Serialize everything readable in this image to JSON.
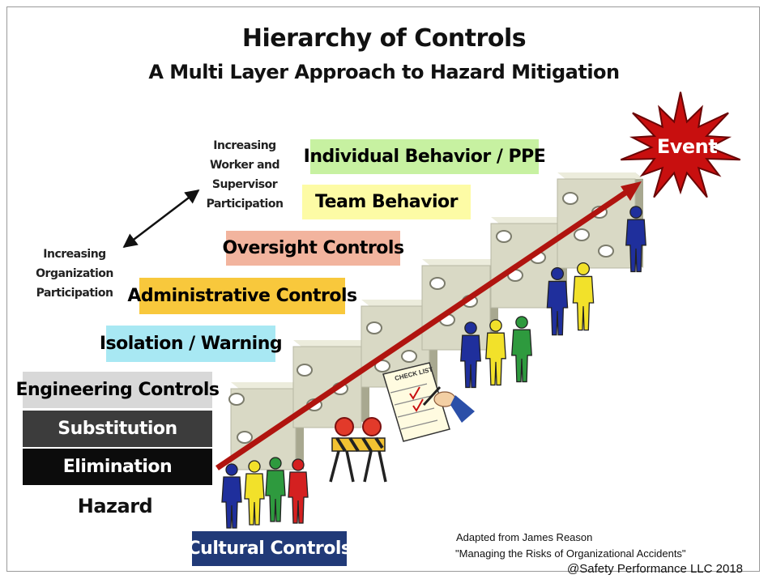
{
  "title": "Hierarchy of Controls",
  "subtitle": "A Multi Layer Approach to Hazard Mitigation",
  "event_label": "Event",
  "hazard_label": "Hazard",
  "participation": {
    "worker": "Increasing Worker and Supervisor Participation",
    "organization": "Increasing Organization Participation"
  },
  "controls": [
    {
      "label": "Individual Behavior / PPE",
      "color": "#c7f1a1"
    },
    {
      "label": "Team Behavior",
      "color": "#fdfba5"
    },
    {
      "label": "Oversight Controls",
      "color": "#f2b49e"
    },
    {
      "label": "Administrative Controls",
      "color": "#f8c83c"
    },
    {
      "label": "Isolation / Warning",
      "color": "#a8e8f3"
    },
    {
      "label": "Engineering Controls",
      "color": "#d8d8d8"
    },
    {
      "label": "Substitution",
      "color": "#3c3c3c"
    },
    {
      "label": "Elimination",
      "color": "#0c0c0c"
    }
  ],
  "cultural_controls": {
    "label": "Cultural Controls",
    "color": "#213a78"
  },
  "checklist_label": "CHECK LIST",
  "credit": {
    "line1": "Adapted from James Reason",
    "line2": "\"Managing the Risks of Organizational Accidents\"",
    "copyright": "@Safety Performance LLC 2018"
  },
  "colors": {
    "arrow": "#b0140f",
    "starburst": "#c80f0f",
    "slab": "#d9d9c5",
    "person_blue": "#1f2f9c",
    "person_yellow": "#f2e12a",
    "person_green": "#2e9a3e",
    "person_red": "#d42020"
  }
}
